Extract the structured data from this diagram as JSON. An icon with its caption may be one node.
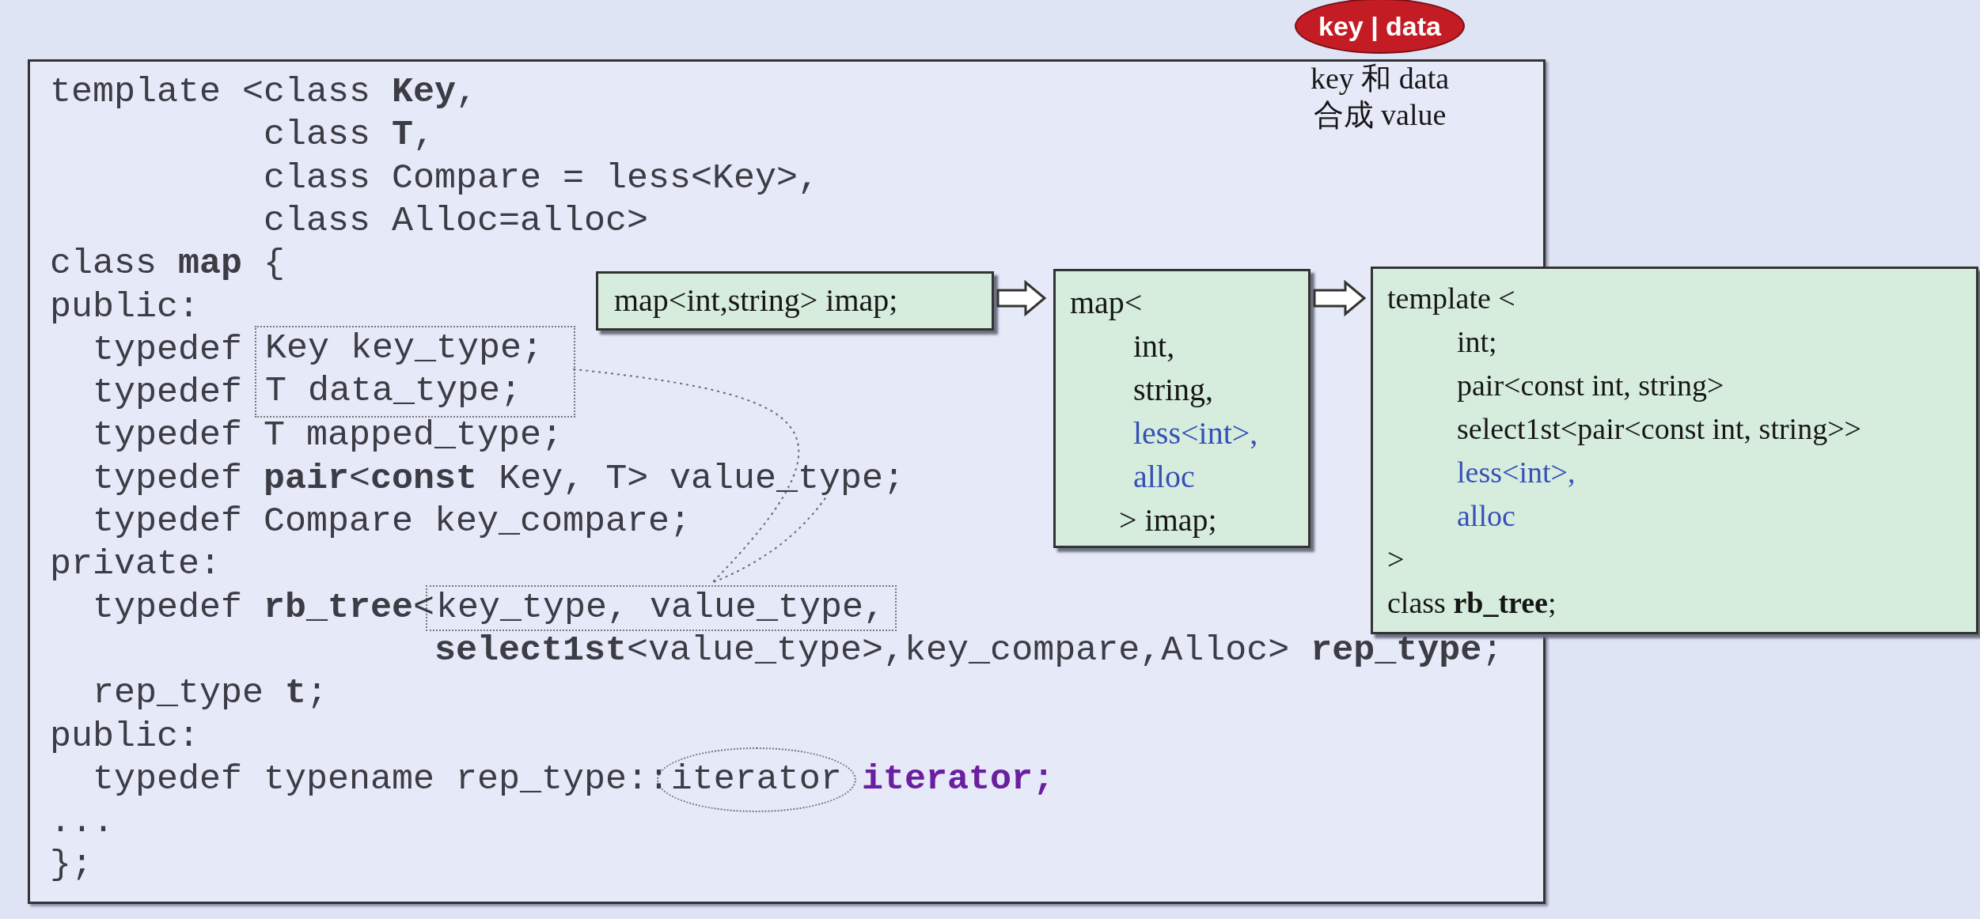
{
  "diagram": {
    "nodes": [
      {
        "text": [
          "template <class **Key**,",
          "class **T**,",
          "class Compare = less<Key>,",
          "class Alloc=alloc>",
          "class **map** {",
          "public:",
          "typedef",
          "typedef",
          "typedef T mapped_type;",
          "typedef **pair**<**const** Key, T>",
          "typedef Compare key_compare;",
          "private:",
          "typedef **rb_tree**<",
          "**select1st**<value_type>,key_compare,Alloc> **rep_type**;",
          "rep_type **t**;",
          "public:",
          "typedef typename rep_type::",
          "iterator;",
          "...",
          "};"
        ]
      },
      {
        "text": [
          "Key key_type;",
          "T data_type;"
        ],
        "in": 0
      },
      {
        "text": [
          "value_type;"
        ],
        "in": 0
      },
      {
        "text": [
          "key_type, value_type,"
        ],
        "in": 0
      },
      {
        "text": [
          "iterator"
        ],
        "in": 0
      },
      {
        "text": [
          "map<int,string> imap;"
        ],
        "in": 0
      },
      {
        "text": [
          "map<",
          "int,",
          "string,",
          "less<int>,",
          "alloc",
          "> imap;"
        ],
        "in": 0
      },
      {
        "text": [
          "template <",
          "int;",
          "pair<const int, string>",
          "select1st<pair<const int, string>>",
          "less<int>,",
          "alloc",
          ">",
          "class **rb_tree**;"
        ]
      },
      {
        "text": [
          "key | data"
        ],
        "beside": [
          "key 和 data 合成 value"
        ]
      }
    ],
    "edges": [
      {
        "from": 1,
        "to": 3,
        "arrow": "none",
        "style": "dashed"
      },
      {
        "from": 2,
        "to": 3,
        "arrow": "none",
        "style": "dashed"
      },
      {
        "from": 5,
        "to": 6,
        "arrow": "to"
      },
      {
        "from": 6,
        "to": 7,
        "arrow": "to"
      }
    ]
  }
}
